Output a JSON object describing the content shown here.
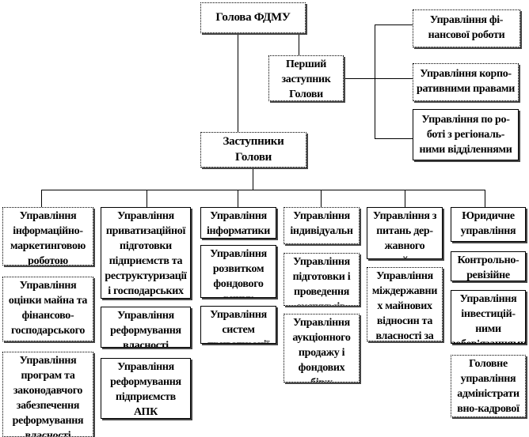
{
  "head": "Голова ФДМУ",
  "first_deputy": "Перший\nзаступник\nГолови",
  "deputies": "Заступники\nГолови",
  "first_deputy_units": [
    "Управління фі-\nнансової роботи",
    "Управління корпо-\nративними правами",
    "Управління по ро-\nботі з регіональ-\nними відділеннями"
  ],
  "columns": [
    [
      "Управління\nінформаційно-\nмаркетинговою\nроботою",
      "Управління\nоцінки майна та\nфінансово-\nгосподарського\nаналізу",
      "Управління\nпрограм та\nзаконодавчого\nзабезпечення\nреформування\nвласності"
    ],
    [
      "Управління\nприватизаційної\nпідготовки\nпідприємств та\nреструктуризації\nі господарських",
      "Управління\nреформування\nвласності",
      "Управління\nреформування\nпідприємств\nАПК"
    ],
    [
      "Управління\nінформатики",
      "Управління\nрозвитком\nфондового\nринку",
      "Управління\nсистем\nприватизації"
    ],
    [
      "Управління\nіндивідуальн",
      "Управління\nпідготовки і\nпроведення\nконкурсів",
      "Управління\nаукціонного\nпродажу і\nфондових\nбірж"
    ],
    [
      "Управління з\nпитань дер-\nжавного\nмайна",
      "Управління\nміждержавни\nх майнових\nвідносин та\nвласності за"
    ],
    [
      "Юридичне\nуправління",
      "Контрольно-\nревізійне\nуправління",
      "Управління\nінвестицій-\nними\nзобов'язаннями",
      "Головне\nуправління\nадміністрати\nвно-кадрової\nроботи"
    ]
  ]
}
